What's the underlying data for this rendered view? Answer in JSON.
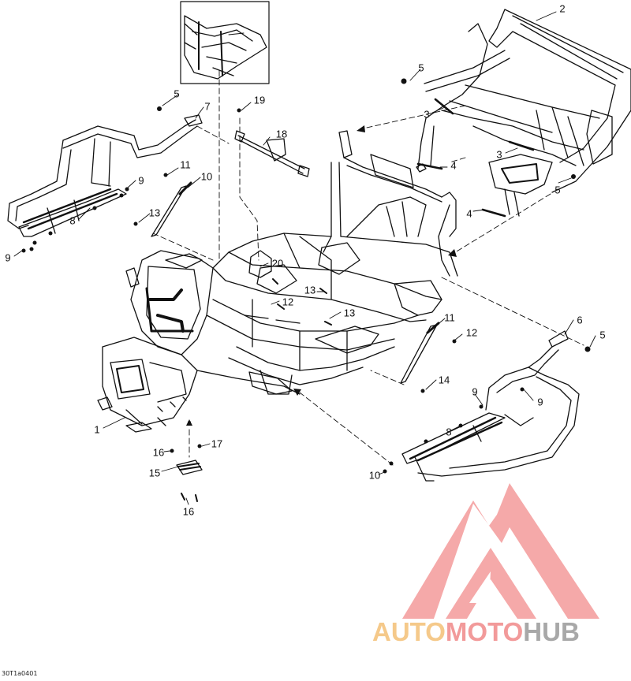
{
  "diagram": {
    "callouts": [
      {
        "id": "c1",
        "label": "1"
      },
      {
        "id": "c2",
        "label": "2"
      },
      {
        "id": "c3a",
        "label": "3"
      },
      {
        "id": "c3b",
        "label": "3"
      },
      {
        "id": "c4a",
        "label": "4"
      },
      {
        "id": "c4b",
        "label": "4"
      },
      {
        "id": "c5a",
        "label": "5"
      },
      {
        "id": "c5b",
        "label": "5"
      },
      {
        "id": "c5c",
        "label": "5"
      },
      {
        "id": "c5d",
        "label": "5"
      },
      {
        "id": "c6",
        "label": "6"
      },
      {
        "id": "c7",
        "label": "7"
      },
      {
        "id": "c8a",
        "label": "8"
      },
      {
        "id": "c8b",
        "label": "8"
      },
      {
        "id": "c9a",
        "label": "9"
      },
      {
        "id": "c9b",
        "label": "9"
      },
      {
        "id": "c9c",
        "label": "9"
      },
      {
        "id": "c9d",
        "label": "9"
      },
      {
        "id": "c10a",
        "label": "10"
      },
      {
        "id": "c10b",
        "label": "10"
      },
      {
        "id": "c11a",
        "label": "11"
      },
      {
        "id": "c11b",
        "label": "11"
      },
      {
        "id": "c12a",
        "label": "12"
      },
      {
        "id": "c12b",
        "label": "12"
      },
      {
        "id": "c13a",
        "label": "13"
      },
      {
        "id": "c13b",
        "label": "13"
      },
      {
        "id": "c13c",
        "label": "13"
      },
      {
        "id": "c14",
        "label": "14"
      },
      {
        "id": "c15",
        "label": "15"
      },
      {
        "id": "c16a",
        "label": "16"
      },
      {
        "id": "c16b",
        "label": "16"
      },
      {
        "id": "c17",
        "label": "17"
      },
      {
        "id": "c18",
        "label": "18"
      },
      {
        "id": "c19",
        "label": "19"
      },
      {
        "id": "c20",
        "label": "20"
      }
    ],
    "drawing_code": "30T1a0401",
    "watermark": {
      "part_a": "AUTO",
      "part_b": "MOTO",
      "part_c": "HUB",
      "triangle_color": "#f4a0a0",
      "auto_color": "#f5c98a",
      "moto_color": "#f29a9a",
      "hub_color": "#a8a8a8"
    }
  }
}
